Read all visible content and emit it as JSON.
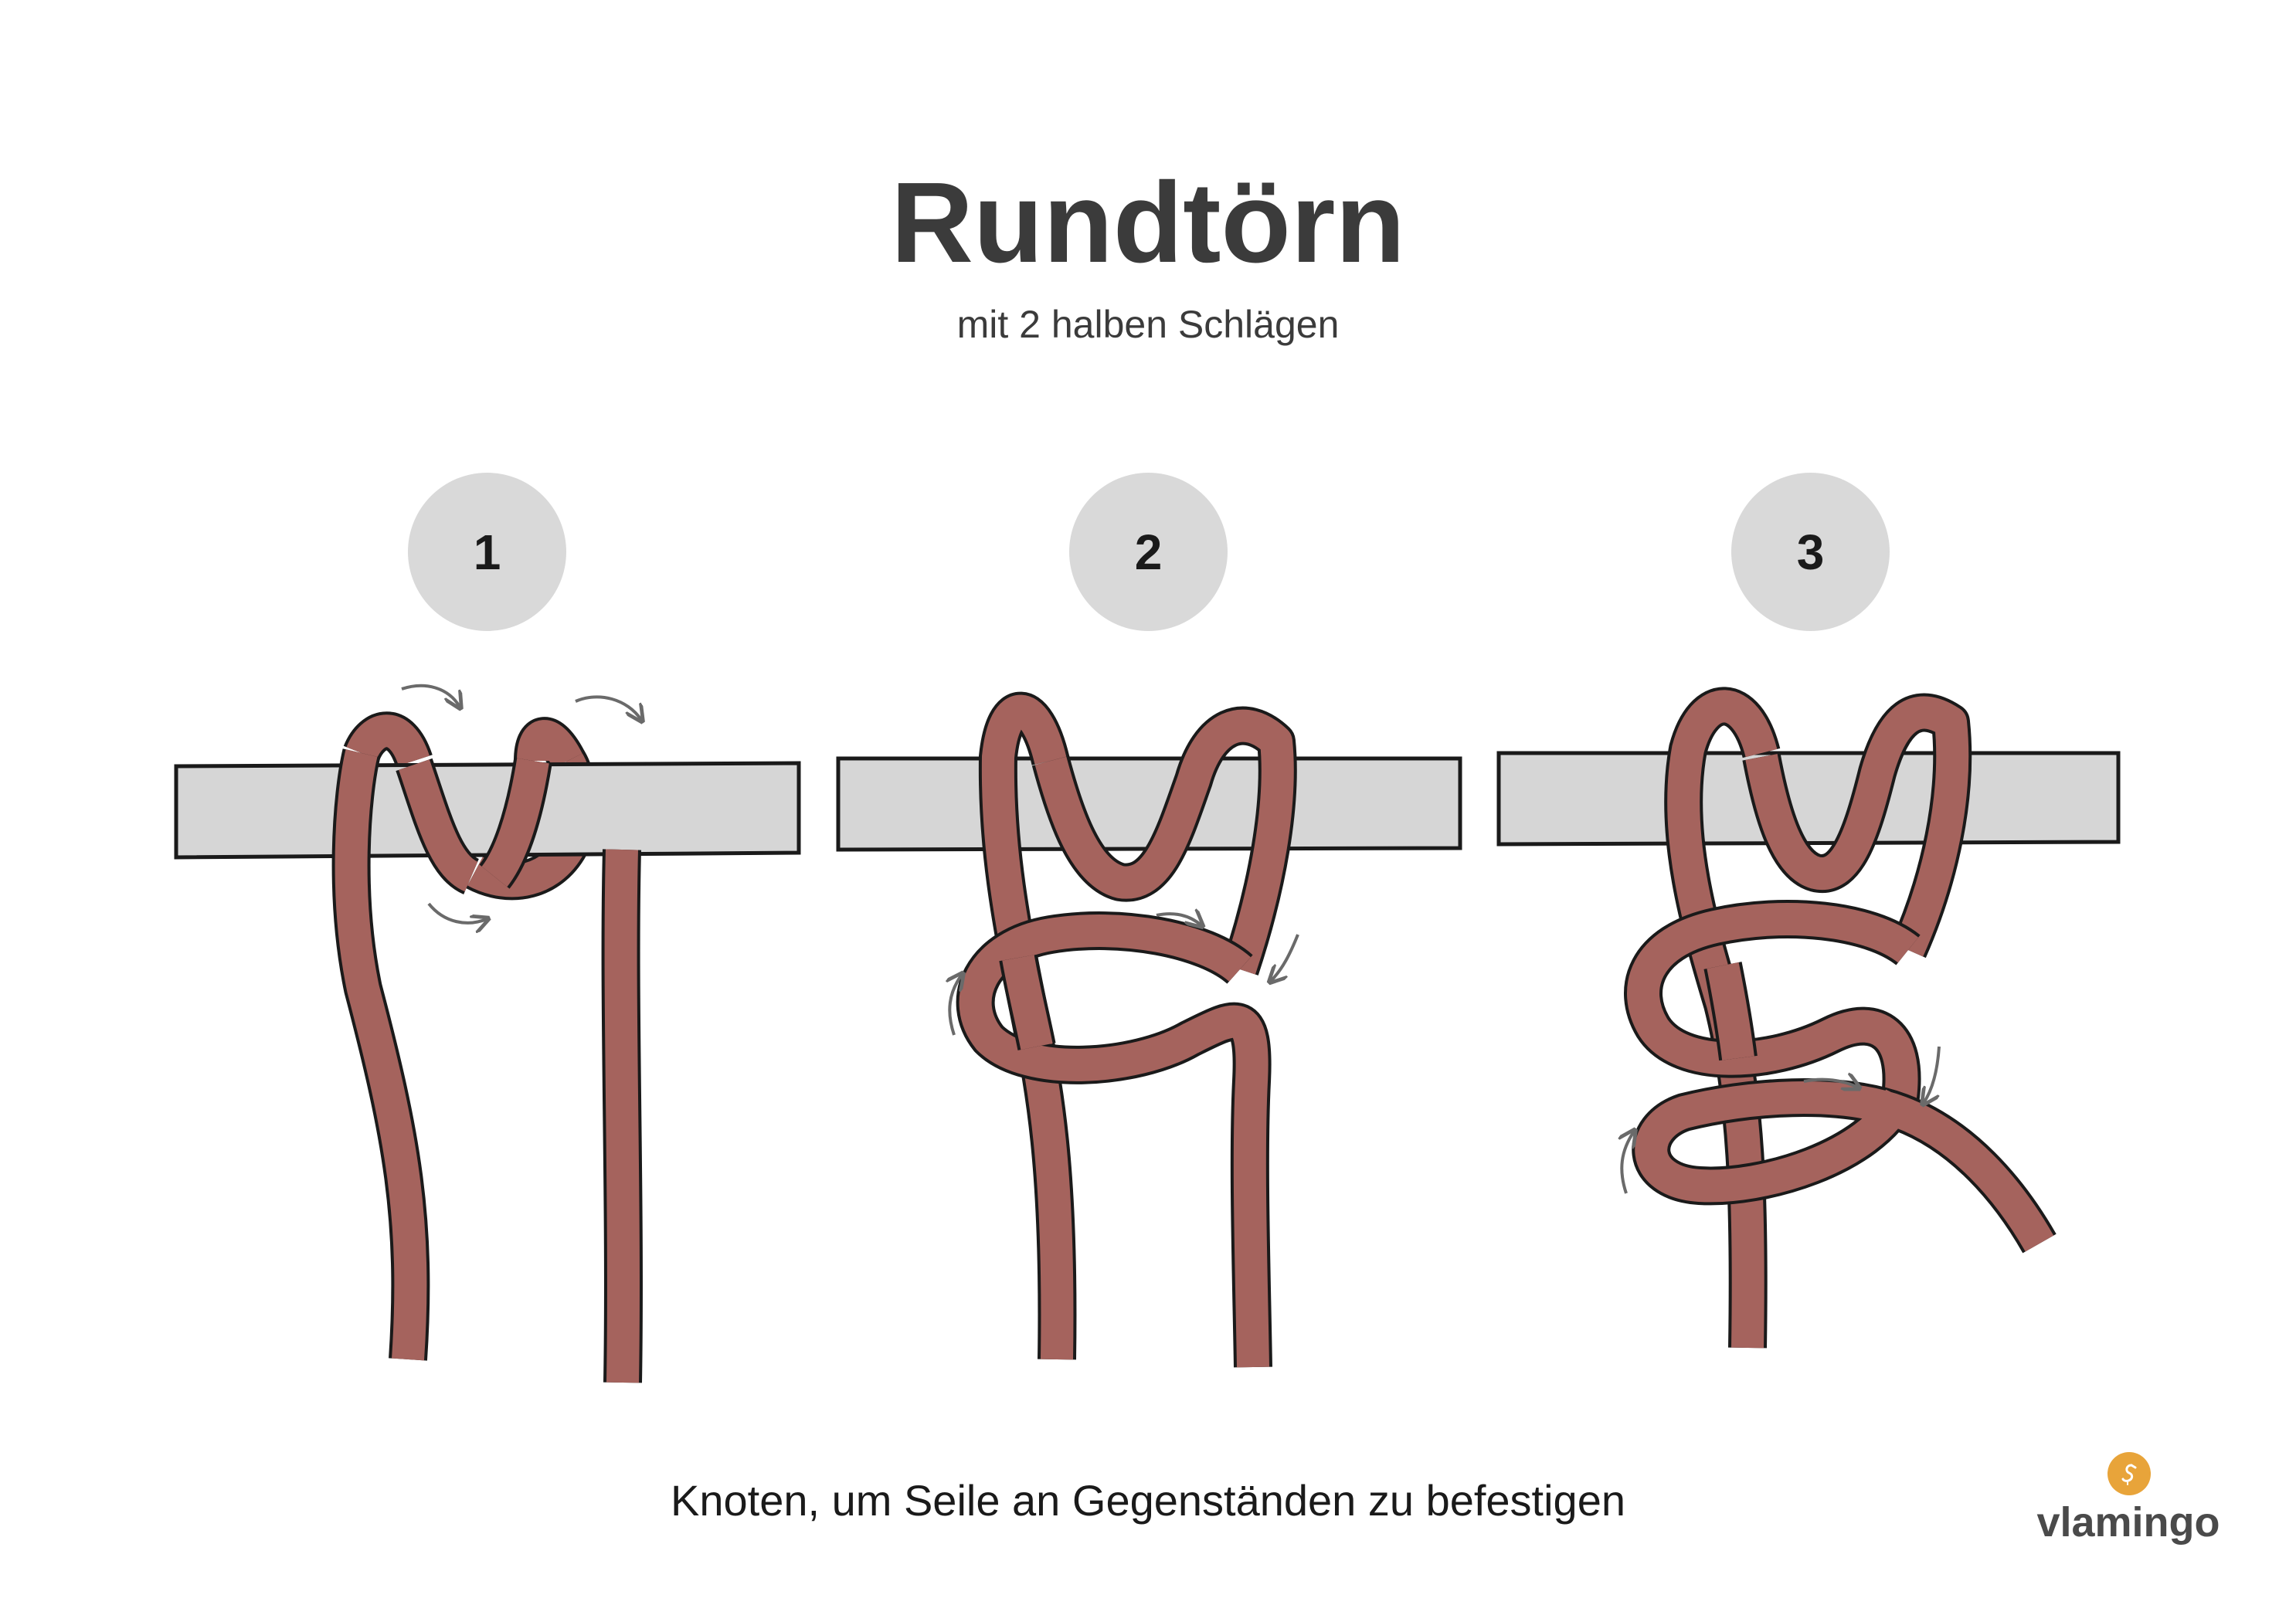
{
  "header": {
    "title": "Rundtörn",
    "subtitle": "mit 2 halben Schlägen"
  },
  "steps": [
    {
      "number": "1"
    },
    {
      "number": "2"
    },
    {
      "number": "3"
    }
  ],
  "caption": "Knoten, um Seile an Gegenständen zu befestigen",
  "logo": {
    "text": "vlamingo",
    "icon": "flamingo-icon"
  },
  "colors": {
    "rope": "#a5635d",
    "outline": "#1a1a1a",
    "bar": "#d6d6d6",
    "badge": "#d9d9d9",
    "arrow": "#6a6a6a",
    "brand": "#e8a43a"
  }
}
